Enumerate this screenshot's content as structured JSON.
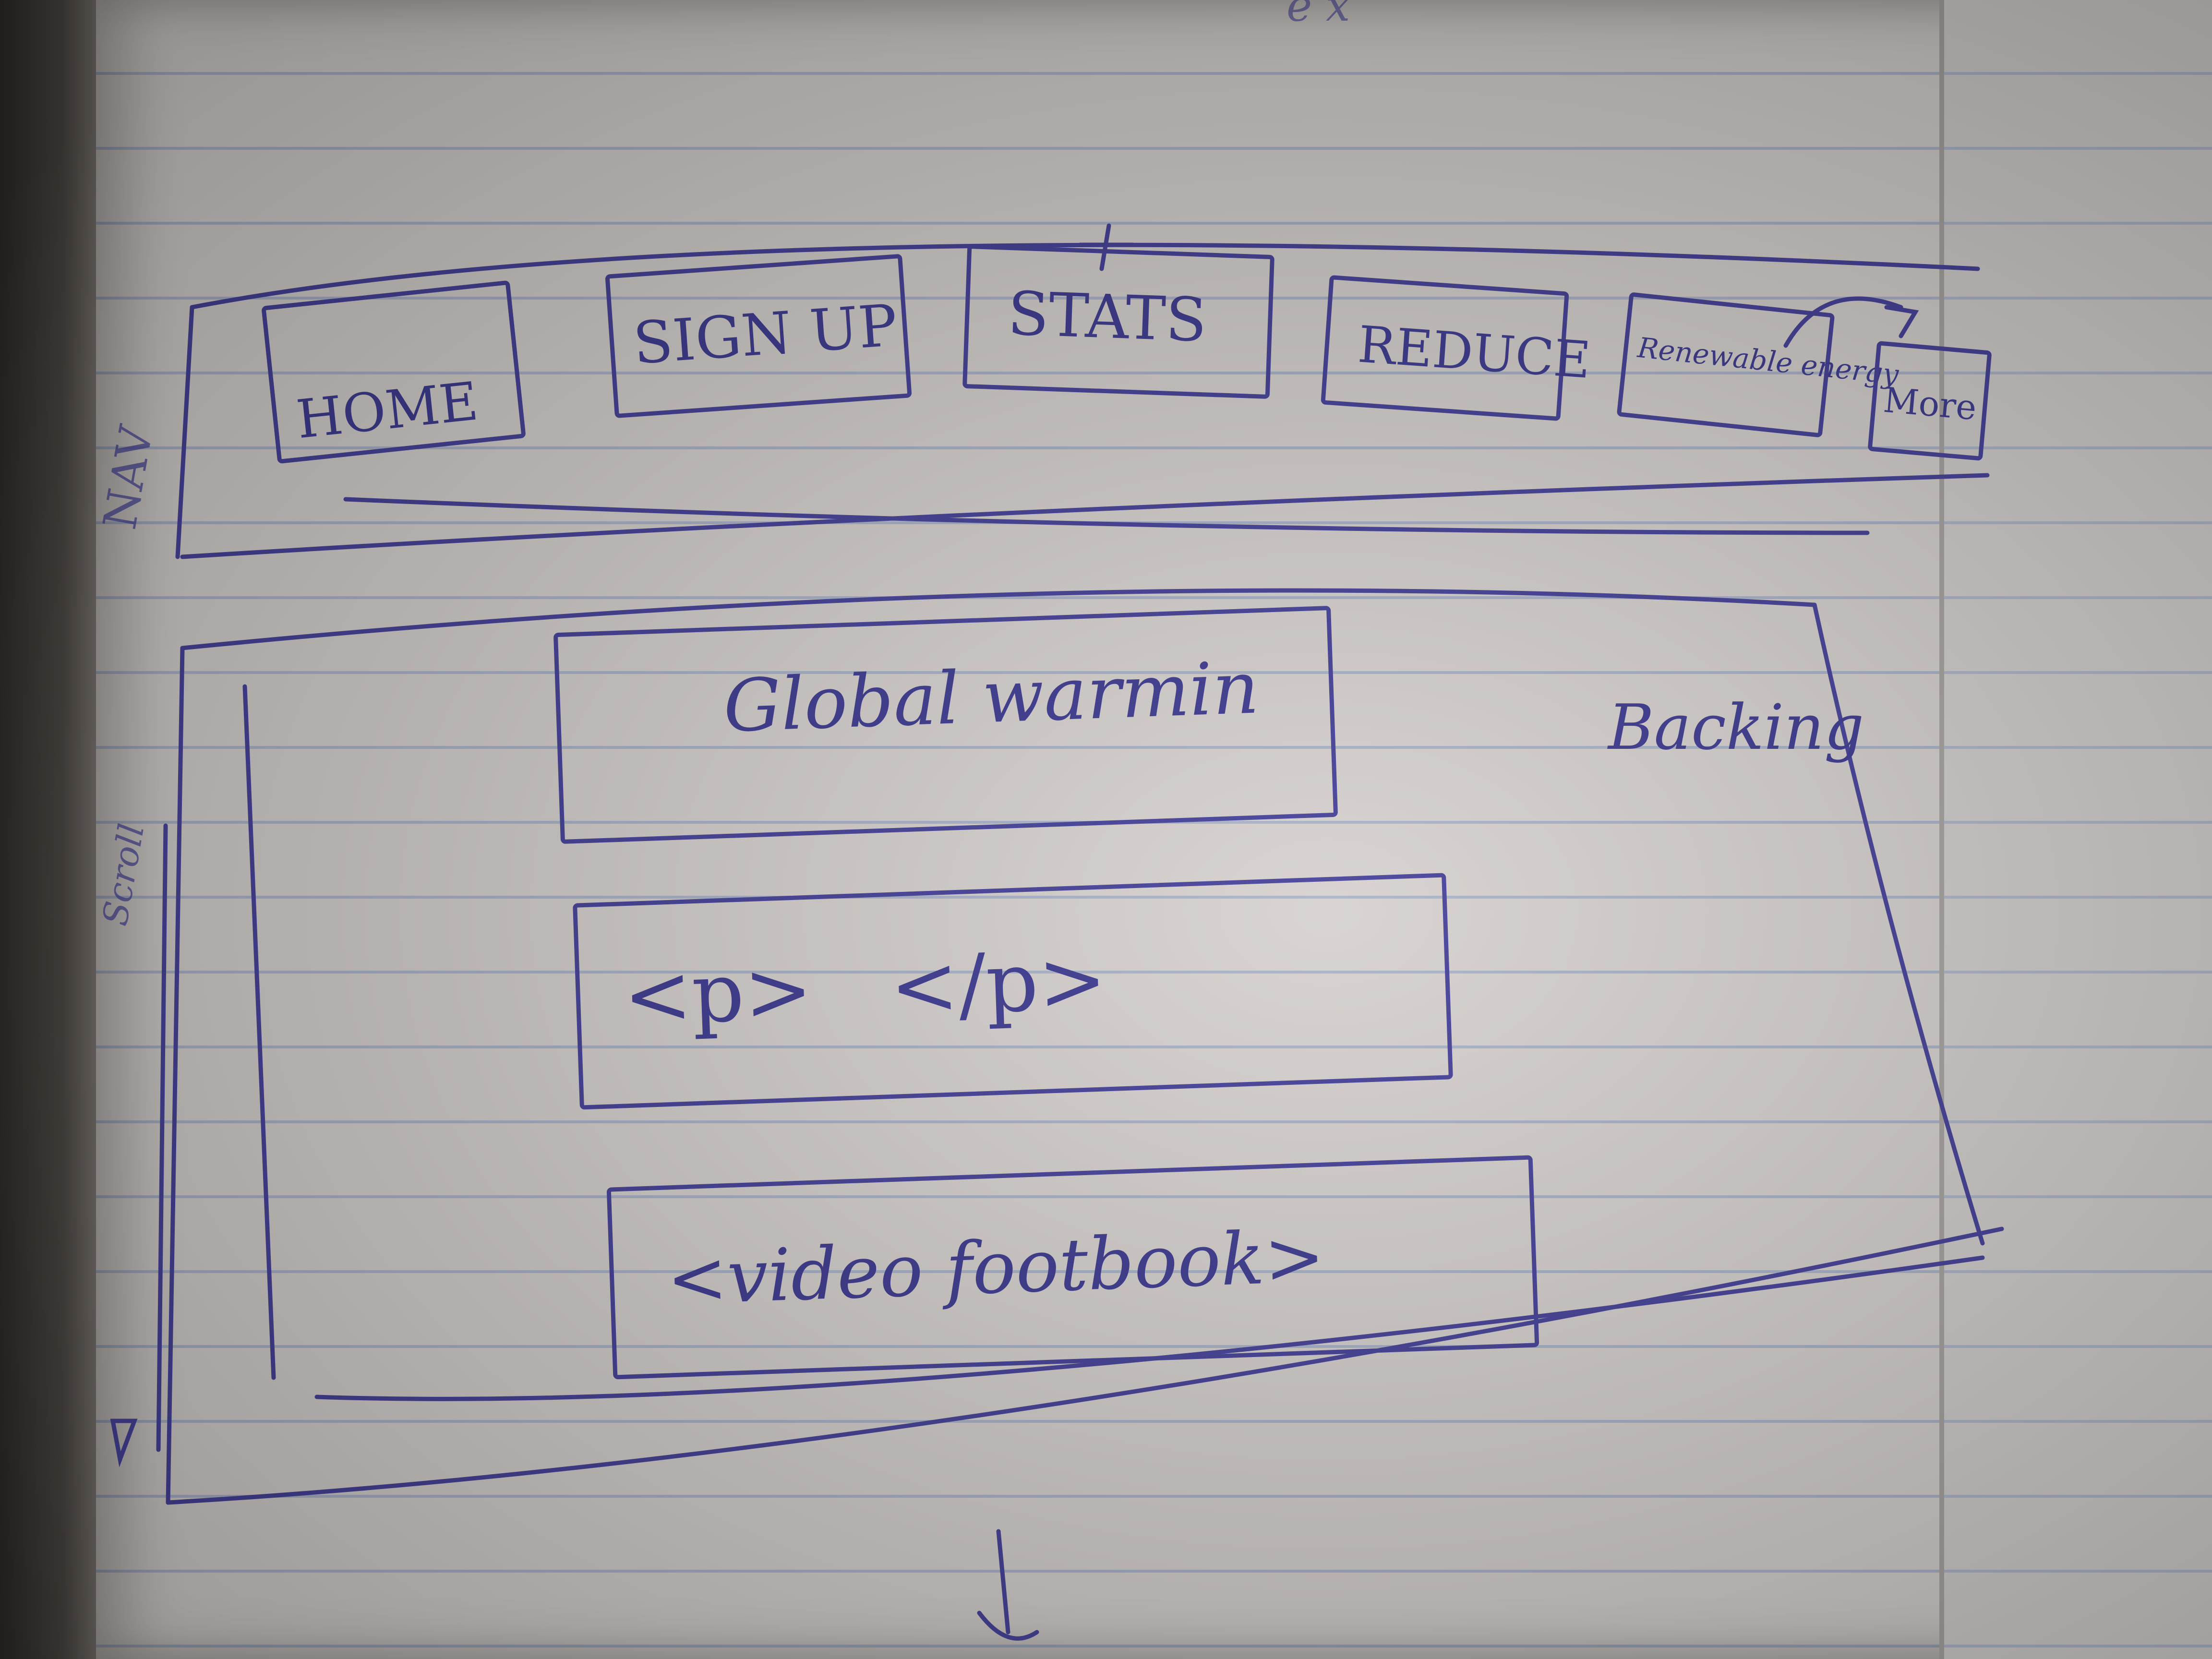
{
  "top_scribble": "e x",
  "nav": {
    "label": "NAV",
    "items": [
      {
        "label": "HOME"
      },
      {
        "label": "SIGN UP"
      },
      {
        "label": "STATS"
      },
      {
        "label": "REDUCE"
      },
      {
        "label": "Renewable energy"
      },
      {
        "label": "More"
      }
    ]
  },
  "scroll_label": "Scroll",
  "content": {
    "heading": "Global warmin",
    "paragraph": "<p>   </p>",
    "video": "<video footbook>"
  },
  "backing_label": "Backing",
  "colors": {
    "ink": "#433f99",
    "paper": "#d6d1ce",
    "rule": "#a9b3c9"
  }
}
